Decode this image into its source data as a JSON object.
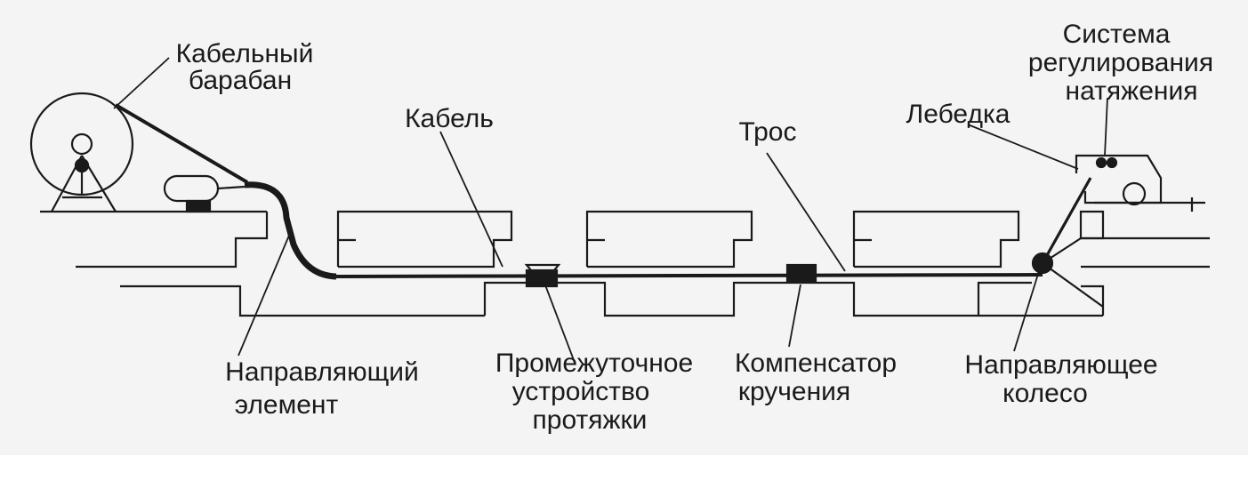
{
  "labels": {
    "drum": [
      "Кабельный",
      "барабан"
    ],
    "tension": [
      "Система",
      "регулирования",
      "натяжения"
    ],
    "cable": "Кабель",
    "rope": "Трос",
    "winch": "Лебедка",
    "guide_element": [
      "Направляющий",
      "элемент"
    ],
    "intermediate": [
      "Промежуточное",
      "устройство",
      "протяжки"
    ],
    "compensator": [
      "Компенсатор",
      "кручения"
    ],
    "guide_wheel": [
      "Направляющее",
      "колесо"
    ]
  },
  "colors": {
    "ink": "#1a1a1a",
    "background": "#f4f4f4"
  }
}
